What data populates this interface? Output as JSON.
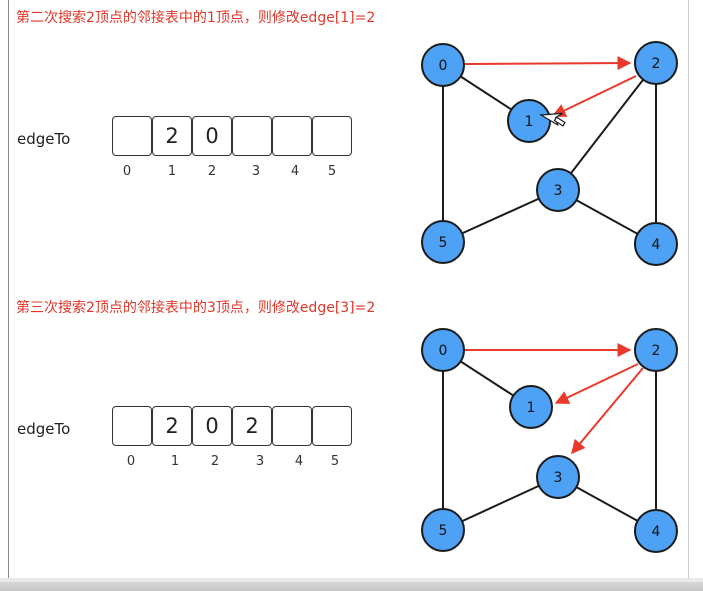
{
  "panels": [
    {
      "caption": "第二次搜索2顶点的邻接表中的1顶点，则修改edge[1]=2",
      "array_label": "edgeTo",
      "cells": [
        "",
        "2",
        "0",
        "",
        "",
        ""
      ],
      "indices": [
        "0",
        "1",
        "2",
        "3",
        "4",
        "5"
      ],
      "graph": {
        "nodes": [
          "0",
          "1",
          "2",
          "3",
          "4",
          "5"
        ],
        "edges": [
          [
            "0",
            "1"
          ],
          [
            "0",
            "5"
          ],
          [
            "2",
            "3"
          ],
          [
            "2",
            "4"
          ],
          [
            "3",
            "4"
          ],
          [
            "3",
            "5"
          ]
        ],
        "arrows": [
          [
            "0",
            "2"
          ],
          [
            "2",
            "1"
          ]
        ]
      }
    },
    {
      "caption": "第三次搜索2顶点的邻接表中的3顶点，则修改edge[3]=2",
      "array_label": "edgeTo",
      "cells": [
        "",
        "2",
        "0",
        "2",
        "",
        ""
      ],
      "indices": [
        "0",
        "1",
        "2",
        "3",
        "4",
        "5"
      ],
      "graph": {
        "nodes": [
          "0",
          "1",
          "2",
          "3",
          "4",
          "5"
        ],
        "edges": [
          [
            "0",
            "1"
          ],
          [
            "0",
            "5"
          ],
          [
            "2",
            "4"
          ],
          [
            "3",
            "4"
          ],
          [
            "3",
            "5"
          ]
        ],
        "arrows": [
          [
            "0",
            "2"
          ],
          [
            "2",
            "1"
          ],
          [
            "2",
            "3"
          ]
        ]
      }
    }
  ],
  "colors": {
    "node_fill": "#4ea2f6",
    "node_stroke": "#1b1b1b",
    "edge": "#1b1b1b",
    "arrow": "#e8392b",
    "caption": "#e0372a"
  },
  "cursor_icon": "mouse-pointer-icon"
}
